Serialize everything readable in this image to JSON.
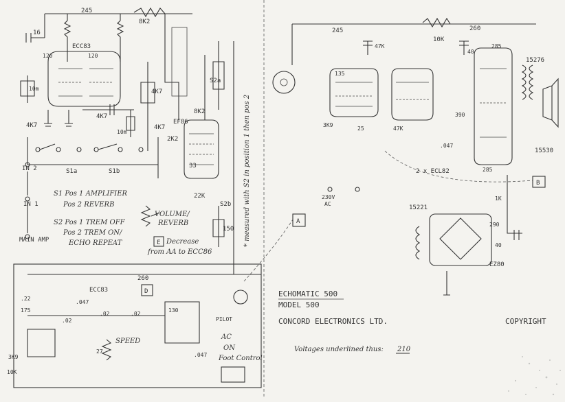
{
  "title_block": {
    "line1": "ECHOMATIC 500",
    "line2": "MODEL 500",
    "line3": "CONCORD ELECTRONICS LTD.",
    "copyright": "COPYRIGHT",
    "voltage_note": "Voltages underlined thus:",
    "voltage_example": "210"
  },
  "valves": {
    "ecc83_top": "ECC83",
    "ef86": "EF86",
    "ecl82": "2 x ECL82",
    "ecc83_bottom": "ECC83",
    "ez80": "EZ80"
  },
  "switch_notes": {
    "s1_pos1": "S1 Pos 1  AMPLIFIER",
    "s1_pos2": "Pos 2  REVERB",
    "s2_pos1": "S2 Pos 1  TREM OFF",
    "s2_pos2": "Pos 2  TREM ON/",
    "s2_pos2b": "ECHO REPEAT"
  },
  "connectors": {
    "in1": "IN 2",
    "in2": "IN 1",
    "main_amp": "MAIN AMP",
    "point_a": "A",
    "point_b": "B",
    "point_d": "D",
    "point_e": "E",
    "e_note": "Decrease",
    "e_note2": "from AA to ECC86"
  },
  "controls": {
    "volume": "VOLUME/",
    "volume2": "REVERB",
    "speed": "SPEED",
    "ac_on": "AC",
    "on": "ON",
    "foot_control": "Foot Control",
    "pilot": "PILOT"
  },
  "switch_labels": {
    "s1a": "S1a",
    "s1b": "S1b",
    "s2a": "S2a",
    "s2b": "S2b"
  },
  "vertical_note": "* measured with S2 in position 1 then pos 2",
  "transformers": {
    "t_output": "15276",
    "t_speaker": "15530",
    "t_mains": "15221"
  },
  "values": {
    "v245a": "245",
    "v8k2": "8K2",
    "v120a": "120",
    "v120b": "120",
    "v10m": "10m",
    "v4k7a": "4K7",
    "v4k7b": "4K7",
    "v4k7c": "4K7",
    "v4k7d": "4K7",
    "v2k2": "2K2",
    "v8k2b": "8K2",
    "v22k": "22K",
    "v33": "33",
    "v150": "150",
    "v245b": "245",
    "v260": "260",
    "v10k": "10K",
    "v47k": "47K",
    "v47k2": "47K",
    "v3k9": "3K9",
    "v25": "25",
    "v285": "285",
    "v285b": "285",
    "v390": "390",
    "v1k": "1K",
    "v290": "290",
    "v40": "40",
    "v230": "230V",
    "vac": "AC",
    "v2": "2",
    "v16": "16",
    "v175": "175",
    "v3k9b": "3K9",
    "v10k2": "10K",
    "v210": "210",
    "v130": "130",
    "v27": "27",
    "v135": "135",
    "v047": ".047",
    "v047b": ".047",
    "v02a": ".02",
    "v02b": ".02",
    "v02c": ".02",
    "v22": ".22"
  }
}
